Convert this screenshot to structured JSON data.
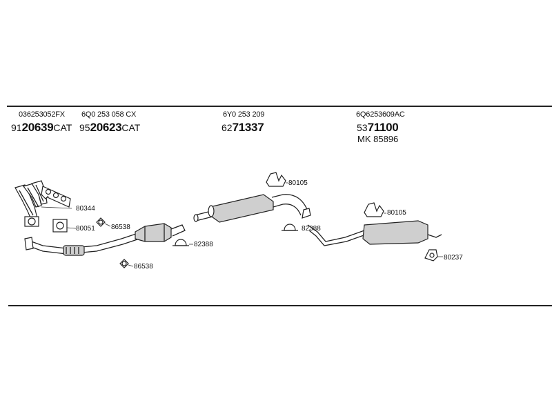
{
  "header": {
    "col1": {
      "oe": "036253052FX",
      "prefix": "91",
      "main": "20639",
      "suffix": "CAT"
    },
    "col2": {
      "oe": "6Q0 253 058 CX",
      "prefix": "95",
      "main": "20623",
      "suffix": "CAT"
    },
    "col3": {
      "oe": "6Y0 253 209",
      "prefix": "62",
      "main": "71337",
      "suffix": ""
    },
    "col4": {
      "oe": "6Q6253609AC",
      "prefix": "53",
      "main": "71100",
      "suffix": "",
      "kit": "MK 85896"
    }
  },
  "labels": {
    "l80344": "80344",
    "l80051": "80051",
    "l86538a": "86538",
    "l86538b": "86538",
    "l82388": "82388",
    "l80105a": "80105",
    "l82388b": "82388",
    "l80105b": "80105",
    "l80237": "80237"
  }
}
